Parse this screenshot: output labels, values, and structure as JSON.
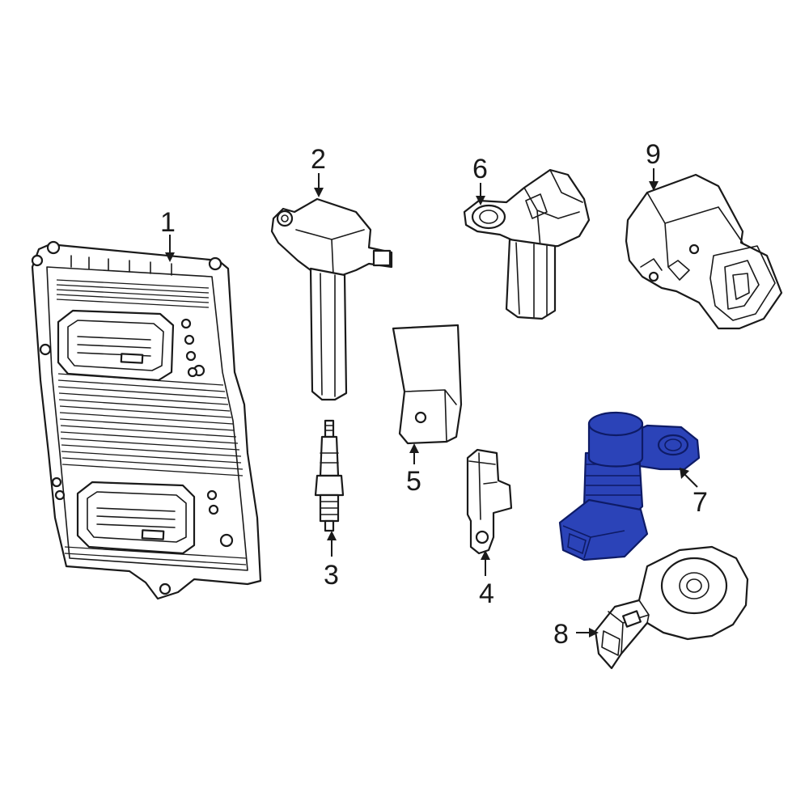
{
  "callouts": [
    {
      "id": "1",
      "label": "1",
      "highlighted": false
    },
    {
      "id": "2",
      "label": "2",
      "highlighted": false
    },
    {
      "id": "3",
      "label": "3",
      "highlighted": false
    },
    {
      "id": "4",
      "label": "4",
      "highlighted": false
    },
    {
      "id": "5",
      "label": "5",
      "highlighted": false
    },
    {
      "id": "6",
      "label": "6",
      "highlighted": false
    },
    {
      "id": "7",
      "label": "7",
      "highlighted": true
    },
    {
      "id": "8",
      "label": "8",
      "highlighted": false
    },
    {
      "id": "9",
      "label": "9",
      "highlighted": false
    }
  ],
  "colors": {
    "line": "#1a1a1a",
    "highlight": "#2b43b8",
    "background": "#ffffff"
  }
}
